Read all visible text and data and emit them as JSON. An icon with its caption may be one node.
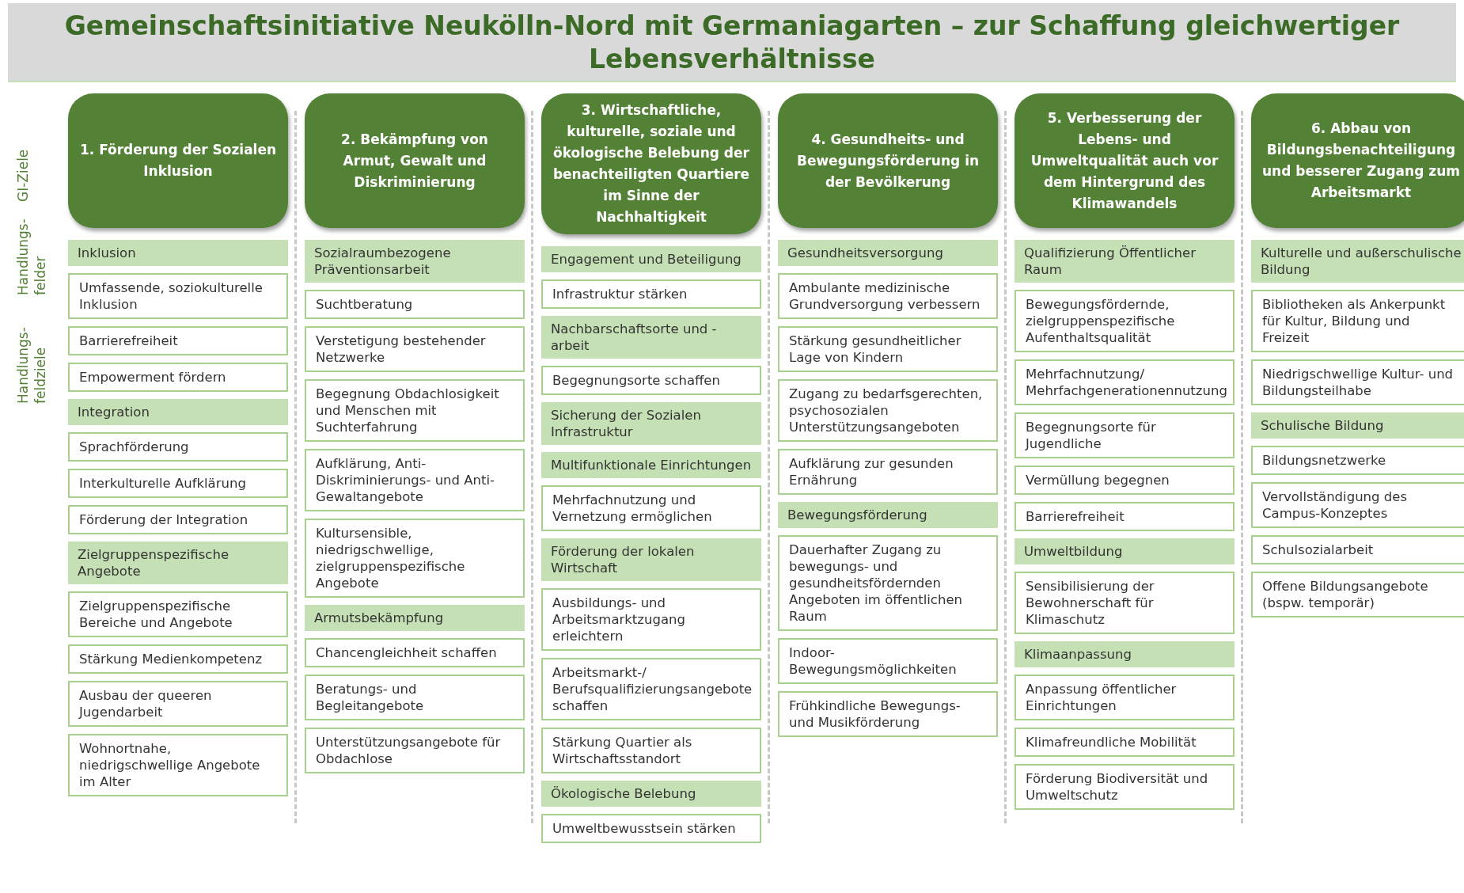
{
  "diagram": {
    "title": "Gemeinschaftsinitiative Neukölln-Nord mit Germaniagarten – zur Schaffung gleichwertiger Lebensverhältnisse",
    "nodes": [
      {
        "text": [
          "1. Förderung der Sozialen Inklusion"
        ]
      },
      {
        "text": [
          "Inklusion"
        ]
      },
      {
        "text": [
          "Umfassende, soziokulturelle Inklusion"
        ]
      },
      {
        "text": [
          "Barrierefreiheit"
        ]
      },
      {
        "text": [
          "Empowerment fördern"
        ]
      },
      {
        "text": [
          "Integration"
        ]
      },
      {
        "text": [
          "Sprachförderung"
        ]
      },
      {
        "text": [
          "Interkulturelle Aufklärung"
        ]
      },
      {
        "text": [
          "Förderung der Integration"
        ]
      },
      {
        "text": [
          "Zielgruppenspezifische Angebote"
        ]
      },
      {
        "text": [
          "Zielgruppenspezifische Bereiche und Angebote"
        ]
      },
      {
        "text": [
          "Stärkung Medienkompetenz"
        ]
      },
      {
        "text": [
          "Ausbau der queeren Jugendarbeit"
        ]
      },
      {
        "text": [
          "Wohnortnahe, niedrigschwellige Angebote im Alter"
        ]
      },
      {
        "text": [
          "2. Bekämpfung von Armut, Gewalt und Diskriminierung"
        ]
      },
      {
        "text": [
          "Sozialraumbezogene Präventionsarbeit"
        ]
      },
      {
        "text": [
          "Suchtberatung"
        ]
      },
      {
        "text": [
          "Verstetigung bestehender Netzwerke"
        ]
      },
      {
        "text": [
          "Begegnung Obdachlosigkeit und Menschen mit Suchterfahrung"
        ]
      },
      {
        "text": [
          "Aufklärung, Anti-Diskriminierungs- und Anti-Gewaltangebote"
        ]
      },
      {
        "text": [
          "Kultursensible, niedrigschwellige, zielgruppenspezifische Angebote"
        ]
      },
      {
        "text": [
          "Armutsbekämpfung"
        ]
      },
      {
        "text": [
          "Chancengleichheit schaffen"
        ]
      },
      {
        "text": [
          "Beratungs- und Begleitangebote"
        ]
      },
      {
        "text": [
          "Unterstützungsangebote für Obdachlose"
        ]
      },
      {
        "text": [
          "3. Wirtschaftliche, kulturelle, soziale und ökologische Belebung der benachteiligten Quartiere im Sinne der Nachhaltigkeit"
        ]
      },
      {
        "text": [
          "Engagement und Beteiligung"
        ]
      },
      {
        "text": [
          "Infrastruktur stärken"
        ]
      },
      {
        "text": [
          "Nachbarschaftsorte und -arbeit"
        ]
      },
      {
        "text": [
          "Begegnungsorte schaffen"
        ]
      },
      {
        "text": [
          "Sicherung der Sozialen Infrastruktur"
        ]
      },
      {
        "text": [
          "Multifunktionale Einrichtungen"
        ]
      },
      {
        "text": [
          "Mehrfachnutzung und Vernetzung ermöglichen"
        ]
      },
      {
        "text": [
          "Förderung der lokalen Wirtschaft"
        ]
      },
      {
        "text": [
          "Ausbildungs- und Arbeitsmarktzugang erleichtern"
        ]
      },
      {
        "text": [
          "Arbeitsmarkt-/ Berufsqualifizierungsangebote schaffen"
        ]
      },
      {
        "text": [
          "Stärkung Quartier als Wirtschaftsstandort"
        ]
      },
      {
        "text": [
          "Ökologische Belebung"
        ]
      },
      {
        "text": [
          "Umweltbewusstsein stärken"
        ]
      },
      {
        "text": [
          "4. Gesundheits- und Bewegungsförderung in der Bevölkerung"
        ]
      },
      {
        "text": [
          "Gesundheitsversorgung"
        ]
      },
      {
        "text": [
          "Ambulante medizinische Grundversorgung verbessern"
        ]
      },
      {
        "text": [
          "Stärkung gesundheitlicher Lage von Kindern"
        ]
      },
      {
        "text": [
          "Zugang zu bedarfsgerechten, psychosozialen Unterstützungsangeboten"
        ]
      },
      {
        "text": [
          "Aufklärung zur gesunden Ernährung"
        ]
      },
      {
        "text": [
          "Bewegungsförderung"
        ]
      },
      {
        "text": [
          "Dauerhafter Zugang zu bewegungs- und gesundheitsfördernden Angeboten im öffentlichen Raum"
        ]
      },
      {
        "text": [
          "Indoor- Bewegungsmöglichkeiten"
        ]
      },
      {
        "text": [
          "Frühkindliche Bewegungs- und Musikförderung"
        ]
      },
      {
        "text": [
          "5. Verbesserung der Lebens- und Umweltqualität auch vor dem Hintergrund des Klimawandels"
        ]
      },
      {
        "text": [
          "Qualifizierung Öffentlicher Raum"
        ]
      },
      {
        "text": [
          "Bewegungsfördernde, zielgruppenspezifische Aufenthaltsqualität"
        ]
      },
      {
        "text": [
          "Mehrfachnutzung/ Mehrfachgenerationennutzung"
        ]
      },
      {
        "text": [
          "Begegnungsorte für Jugendliche"
        ]
      },
      {
        "text": [
          "Vermüllung begegnen"
        ]
      },
      {
        "text": [
          "Barrierefreiheit"
        ]
      },
      {
        "text": [
          "Umweltbildung"
        ]
      },
      {
        "text": [
          "Sensibilisierung der Bewohnerschaft für Klimaschutz"
        ]
      },
      {
        "text": [
          "Klimaanpassung"
        ]
      },
      {
        "text": [
          "Anpassung öffentlicher Einrichtungen"
        ]
      },
      {
        "text": [
          "Klimafreundliche Mobilität"
        ]
      },
      {
        "text": [
          "Förderung Biodiversität und Umweltschutz"
        ]
      },
      {
        "text": [
          "6. Abbau von Bildungsbenachteiligung und besserer Zugang zum Arbeitsmarkt"
        ]
      },
      {
        "text": [
          "Kulturelle und außerschulische Bildung"
        ]
      },
      {
        "text": [
          "Bibliotheken als Ankerpunkt für Kultur, Bildung und Freizeit"
        ]
      },
      {
        "text": [
          "Niedrigschwellige Kultur- und Bildungsteilhabe"
        ]
      },
      {
        "text": [
          "Schulische Bildung"
        ]
      },
      {
        "text": [
          "Bildungsnetzwerke"
        ]
      },
      {
        "text": [
          "Vervollständigung des Campus-Konzeptes"
        ]
      },
      {
        "text": [
          "Schulsozialarbeit"
        ]
      },
      {
        "text": [
          "Offene Bildungsangebote (bspw. temporär)"
        ]
      }
    ],
    "labels": [
      "GI-Ziele",
      "Handlungs- felder",
      "Handlungs- feldziele"
    ]
  }
}
